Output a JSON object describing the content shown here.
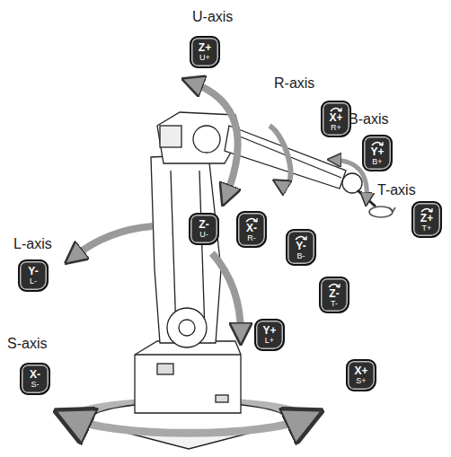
{
  "diagram": {
    "nodes": [
      {
        "text": [
          "Z+",
          "U+"
        ]
      },
      {
        "text": [
          "X+",
          "R+"
        ]
      },
      {
        "text": [
          "Y+",
          "B+"
        ]
      },
      {
        "text": [
          "Z+",
          "T+"
        ]
      },
      {
        "text": [
          "Z-",
          "U-"
        ]
      },
      {
        "text": [
          "X-",
          "R-"
        ]
      },
      {
        "text": [
          "Y-",
          "B-"
        ]
      },
      {
        "text": [
          "Y-",
          "L-"
        ]
      },
      {
        "text": [
          "Z-",
          "T-"
        ]
      },
      {
        "text": [
          "Y+",
          "L+"
        ]
      },
      {
        "text": [
          "X-",
          "S-"
        ]
      },
      {
        "text": [
          "X+",
          "S+"
        ]
      }
    ],
    "labels": [
      "U-axis",
      "R-axis",
      "B-axis",
      "T-axis",
      "L-axis",
      "S-axis"
    ]
  }
}
